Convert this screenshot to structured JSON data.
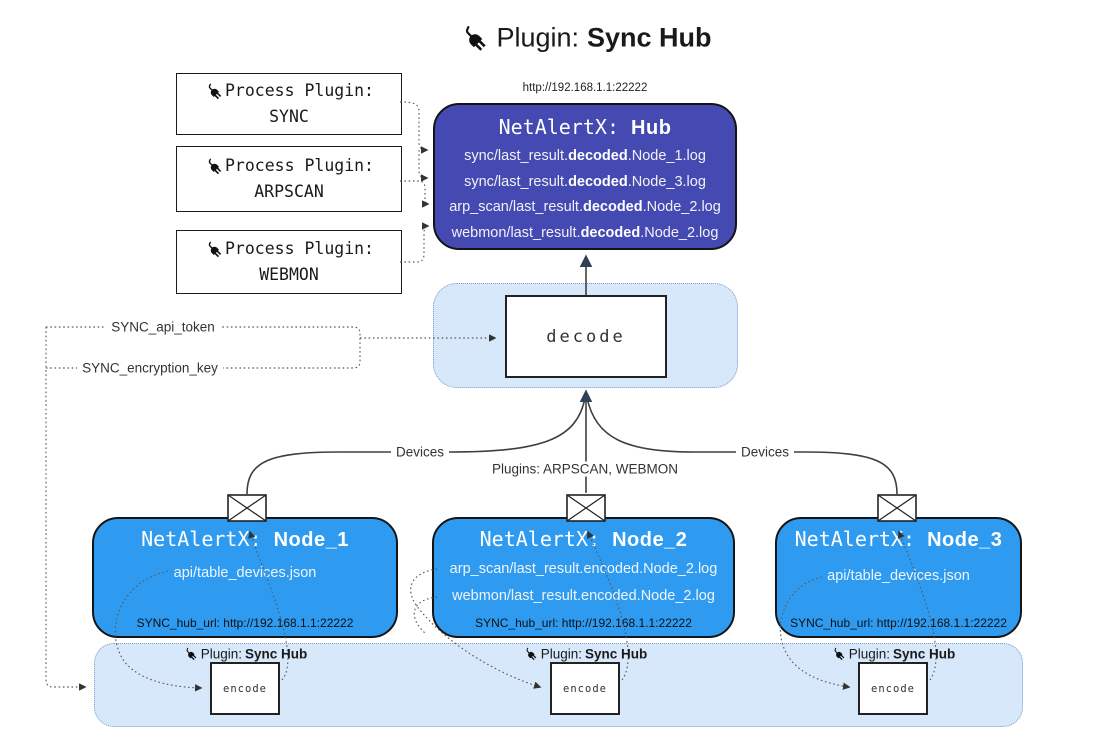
{
  "title": {
    "label": "Plugin:",
    "name": "Sync Hub"
  },
  "hub_url_top": "http://192.168.1.1:22222",
  "process_plugins": [
    {
      "label": "Process Plugin:",
      "name": "SYNC"
    },
    {
      "label": "Process Plugin:",
      "name": "ARPSCAN"
    },
    {
      "label": "Process Plugin:",
      "name": "WEBMON"
    }
  ],
  "hub": {
    "title_prefix": "NetAlertX: ",
    "title_name": "Hub",
    "lines": [
      {
        "pre": "sync/last_result.",
        "bold": "decoded",
        "post": ".Node_1.log"
      },
      {
        "pre": "sync/last_result.",
        "bold": "decoded",
        "post": ".Node_3.log"
      },
      {
        "pre": "arp_scan/last_result.",
        "bold": "decoded",
        "post": ".Node_2.log"
      },
      {
        "pre": "webmon/last_result.",
        "bold": "decoded",
        "post": ".Node_2.log"
      }
    ]
  },
  "decode_label": "decode",
  "keys": {
    "api_token": "SYNC_api_token",
    "encryption_key": "SYNC_encryption_key"
  },
  "edge_labels": {
    "left": "Devices",
    "center": "Plugins: ARPSCAN, WEBMON",
    "right": "Devices"
  },
  "nodes": [
    {
      "title_prefix": "NetAlertX: ",
      "title_name": "Node_1",
      "files": [
        "api/table_devices.json"
      ],
      "hub_url": "SYNC_hub_url: http://192.168.1.1:22222"
    },
    {
      "title_prefix": "NetAlertX: ",
      "title_name": "Node_2",
      "files": [
        "arp_scan/last_result.encoded.Node_2.log",
        "webmon/last_result.encoded.Node_2.log"
      ],
      "hub_url": "SYNC_hub_url: http://192.168.1.1:22222"
    },
    {
      "title_prefix": "NetAlertX: ",
      "title_name": "Node_3",
      "files": [
        "api/table_devices.json"
      ],
      "hub_url": "SYNC_hub_url: http://192.168.1.1:22222"
    }
  ],
  "encoders": [
    {
      "label": "Plugin:",
      "name": "Sync Hub",
      "box_label": "encode"
    },
    {
      "label": "Plugin:",
      "name": "Sync Hub",
      "box_label": "encode"
    },
    {
      "label": "Plugin:",
      "name": "Sync Hub",
      "box_label": "encode"
    }
  ],
  "colors": {
    "hub_fill": "#4549b2",
    "node_fill": "#2e9bf0",
    "band_fill": "#d8e8fb",
    "line": "#3f3f3f"
  }
}
